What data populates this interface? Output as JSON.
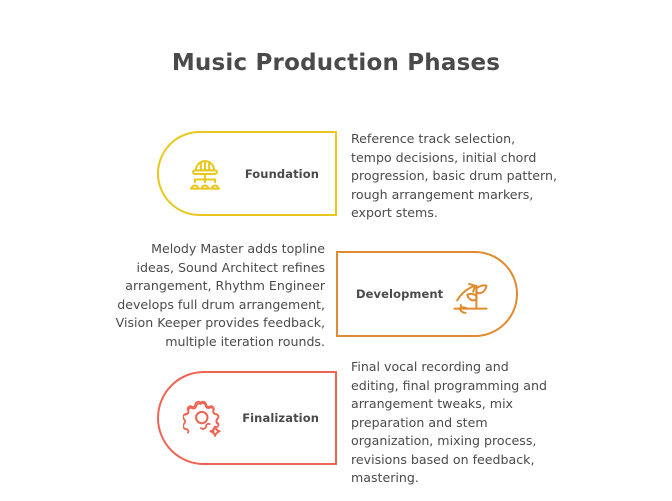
{
  "header": {
    "title": "Music Production Phases"
  },
  "theme": {
    "background": "#ffffff",
    "text_color": "#4a4a4a",
    "phase_colors": [
      "#E8C81E",
      "#E08B2E",
      "#EE6352"
    ]
  },
  "phases": [
    {
      "label": "Foundation",
      "color": "#E8C81E",
      "icon": "hard-hat-hierarchy-icon",
      "icon_side": "left",
      "shape": "left-round",
      "description": "Reference track selection, tempo decisions, initial chord progression, basic drum pattern, rough arrangement markers, export stems."
    },
    {
      "label": "Development",
      "color": "#E08B2E",
      "icon": "growing-plant-arrow-icon",
      "icon_side": "right",
      "shape": "right-round",
      "description": "Melody Master adds topline ideas, Sound Architect refines arrangement, Rhythm Engineer develops full drum arrangement, Vision Keeper provides feedback, multiple iteration rounds."
    },
    {
      "label": "Finalization",
      "color": "#EE6352",
      "icon": "gear-sparkle-icon",
      "icon_side": "left",
      "shape": "left-round",
      "description": "Final vocal recording and editing, final programming and arrangement tweaks, mix preparation and stem organization, mixing process, revisions based on feedback, mastering."
    }
  ]
}
